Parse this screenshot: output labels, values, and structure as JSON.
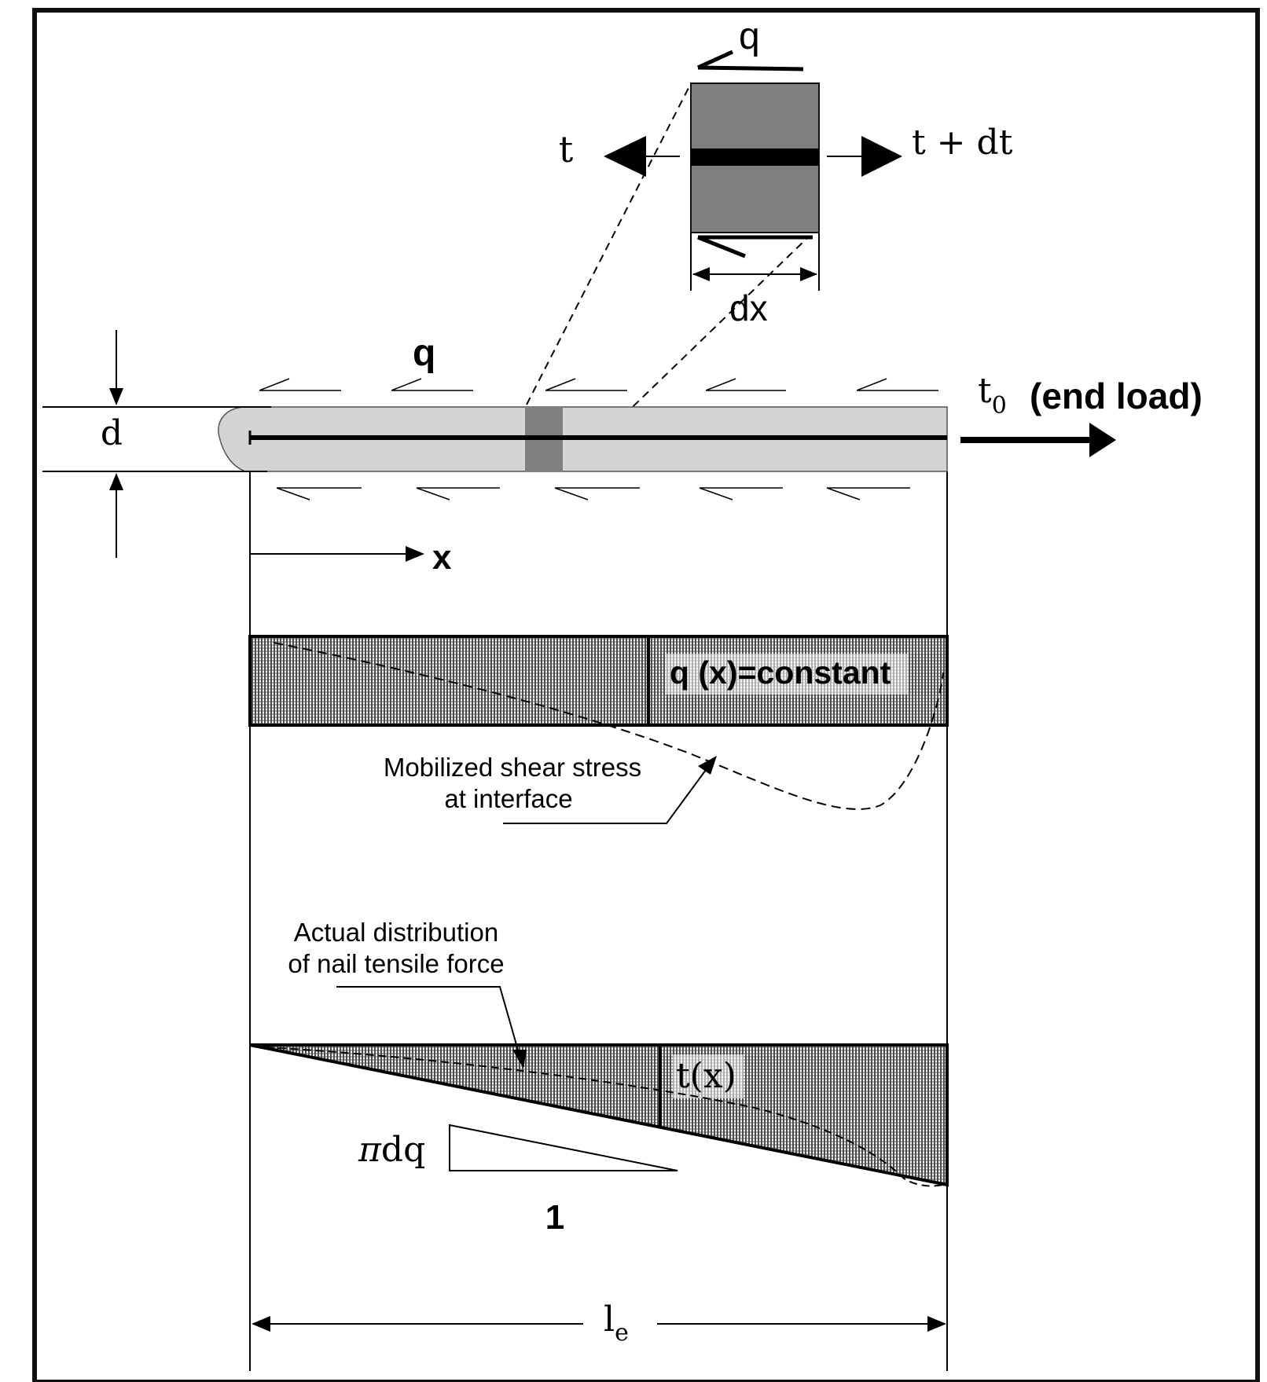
{
  "labels": {
    "element_shear_top": "q",
    "element_force_left": "t",
    "element_force_right": "t + dt",
    "element_width": "dx",
    "nail_shear": "q",
    "end_force": "t",
    "end_force_sub": "0",
    "end_load": "(end load)",
    "nail_diameter": "d",
    "x_axis": "x",
    "shear_distribution": "q (x)=constant",
    "mobilized_shear_line1": "Mobilized shear stress",
    "mobilized_shear_line2": "at interface",
    "actual_distribution_line1": "Actual distribution",
    "actual_distribution_line2": "of nail tensile force",
    "tension_distribution": "t(x)",
    "slope_pi": "π",
    "slope_dq": "dq",
    "slope_run": "1",
    "embedded_length": "l",
    "embedded_length_sub": "e"
  },
  "colors": {
    "frame": "#111111",
    "nail_body": "#d4d4d4",
    "nail_rod": "#000000",
    "element_fill": "#7f7f7f",
    "hatch": "#222222"
  }
}
